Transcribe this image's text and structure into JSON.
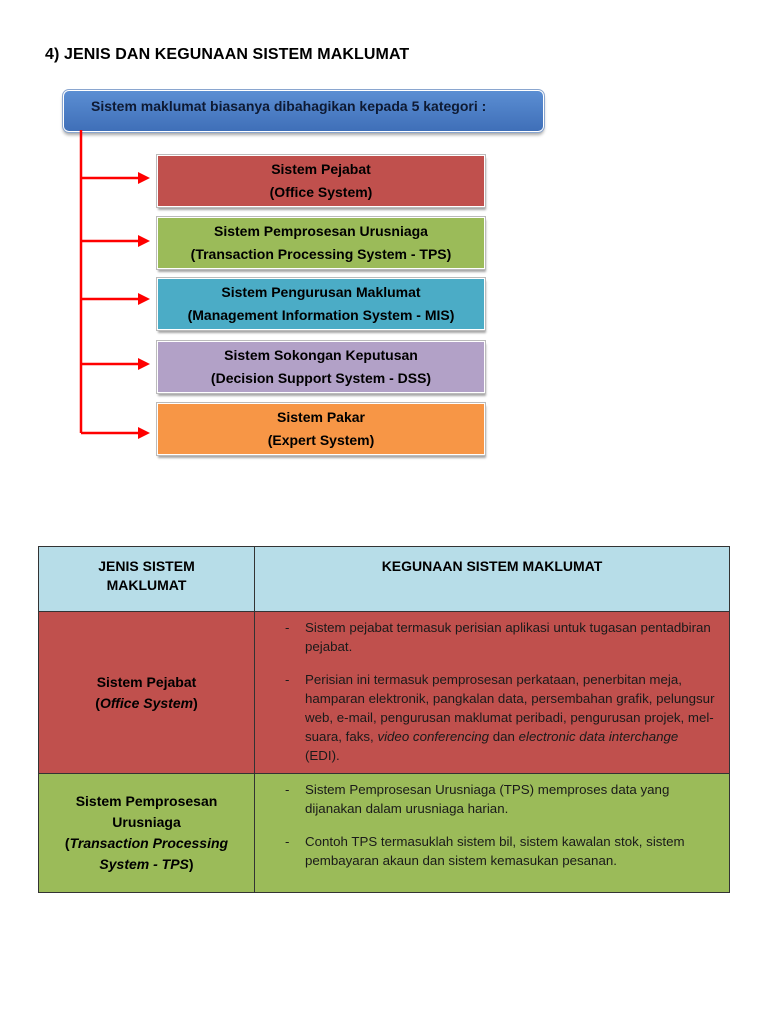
{
  "heading": "4) JENIS DAN KEGUNAAN SISTEM MAKLUMAT",
  "intro": "Sistem maklumat biasanya dibahagikan kepada 5 kategori :",
  "categories": [
    {
      "line1": "Sistem Pejabat",
      "line2": "(Office System)",
      "color": "#c0504d"
    },
    {
      "line1": "Sistem Pemprosesan Urusniaga",
      "line2": "(Transaction Processing System - TPS)",
      "color": "#9bbb59"
    },
    {
      "line1": "Sistem Pengurusan Maklumat",
      "line2": "(Management Information System - MIS)",
      "color": "#4bacc6"
    },
    {
      "line1": "Sistem Sokongan Keputusan",
      "line2": "(Decision Support System - DSS)",
      "color": "#b2a1c7"
    },
    {
      "line1": "Sistem Pakar",
      "line2": "(Expert System)",
      "color": "#f79646"
    }
  ],
  "arrow_color": "#ff0000",
  "table": {
    "header_col1_line1": "JENIS SISTEM",
    "header_col1_line2": "MAKLUMAT",
    "header_col2": "KEGUNAAN SISTEM MAKLUMAT",
    "header_color": "#b7dde8",
    "rows": [
      {
        "name": "Sistem Pejabat",
        "eng_open": "(",
        "eng": "Office System",
        "eng_close": ")",
        "bullet1": "Sistem pejabat termasuk perisian aplikasi untuk tugasan pentadbiran pejabat.",
        "bullet2_a": "Perisian ini termasuk pemprosesan perkataan, penerbitan meja, hamparan elektronik, pangkalan data, persembahan grafik, pelungsur web, e-mail, pengurusan maklumat peribadi, pengurusan projek, mel-suara, faks, ",
        "bullet2_i1": "video conferencing",
        "bullet2_b": " dan ",
        "bullet2_i2": "electronic data interchange",
        "bullet2_c": " (EDI)."
      },
      {
        "name": "Sistem Pemprosesan Urusniaga",
        "eng_open": "(",
        "eng": "Transaction Processing System - TPS",
        "eng_close": ")",
        "bullet1": "Sistem Pemprosesan Urusniaga (TPS) memproses data yang dijanakan dalam urusniaga harian.",
        "bullet2": "Contoh TPS termasuklah sistem bil, sistem kawalan stok, sistem pembayaran akaun dan sistem kemasukan pesanan."
      }
    ]
  }
}
